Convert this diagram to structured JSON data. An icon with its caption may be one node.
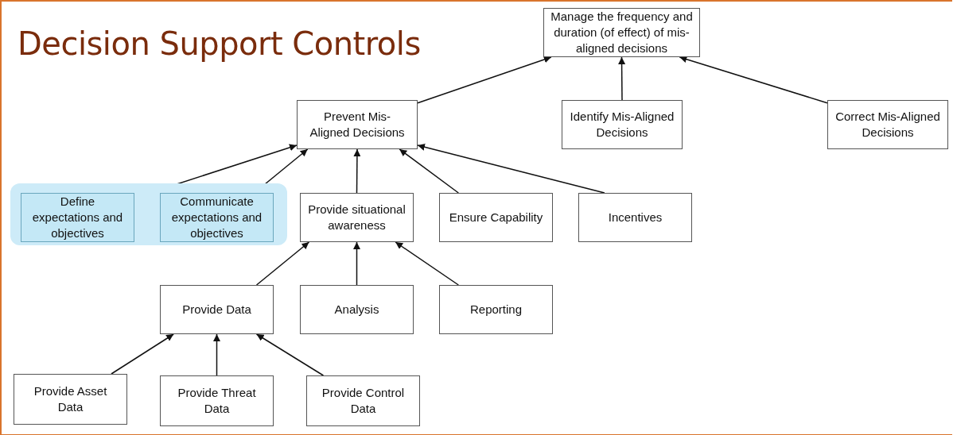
{
  "diagram": {
    "title": "Decision Support Controls",
    "nodes": [
      {
        "text": [
          "Manage the frequency and duration (of effect) of mis-aligned decisions"
        ]
      },
      {
        "text": [
          "Prevent Mis-Aligned Decisions"
        ]
      },
      {
        "text": [
          "Identify Mis-Aligned Decisions"
        ]
      },
      {
        "text": [
          "Correct Mis-Aligned Decisions"
        ]
      },
      {
        "text": [],
        "shape": "box"
      },
      {
        "text": [
          "Define expectations and objectives"
        ],
        "in": 4
      },
      {
        "text": [
          "Communicate expectations and objectives"
        ],
        "in": 4
      },
      {
        "text": [
          "Provide situational awareness"
        ]
      },
      {
        "text": [
          "Ensure Capability"
        ]
      },
      {
        "text": [
          "Incentives"
        ]
      },
      {
        "text": [
          "Provide Data"
        ]
      },
      {
        "text": [
          "Analysis"
        ]
      },
      {
        "text": [
          "Reporting"
        ]
      },
      {
        "text": [
          "Provide Asset Data"
        ]
      },
      {
        "text": [
          "Provide Threat Data"
        ]
      },
      {
        "text": [
          "Provide Control Data"
        ]
      }
    ],
    "edges": [
      {
        "from": 1,
        "to": 0,
        "arrow": "to"
      },
      {
        "from": 2,
        "to": 0,
        "arrow": "to"
      },
      {
        "from": 3,
        "to": 0,
        "arrow": "to"
      },
      {
        "from": 5,
        "to": 1,
        "arrow": "to"
      },
      {
        "from": 6,
        "to": 1,
        "arrow": "to"
      },
      {
        "from": 7,
        "to": 1,
        "arrow": "to"
      },
      {
        "from": 8,
        "to": 1,
        "arrow": "to"
      },
      {
        "from": 9,
        "to": 1,
        "arrow": "to"
      },
      {
        "from": 10,
        "to": 7,
        "arrow": "to"
      },
      {
        "from": 11,
        "to": 7,
        "arrow": "to"
      },
      {
        "from": 12,
        "to": 7,
        "arrow": "to"
      },
      {
        "from": 13,
        "to": 10,
        "arrow": "to"
      },
      {
        "from": 14,
        "to": 10,
        "arrow": "to"
      },
      {
        "from": 15,
        "to": 10,
        "arrow": "to"
      }
    ]
  }
}
